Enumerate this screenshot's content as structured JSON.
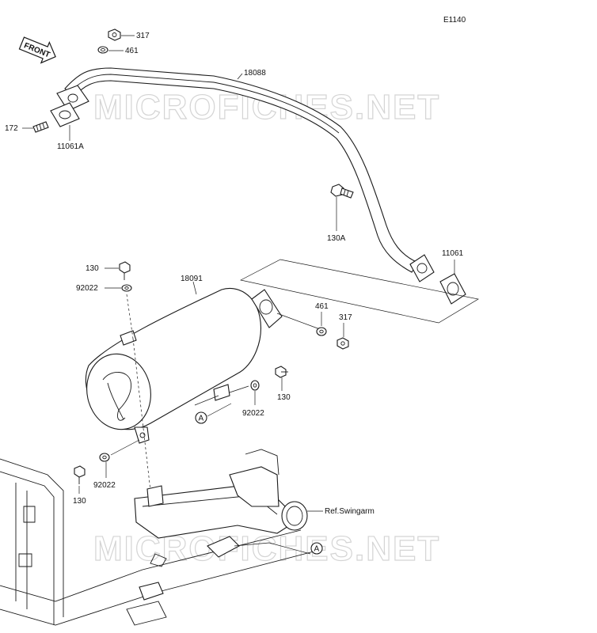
{
  "diagram_code": "E1140",
  "front_label": "FRONT",
  "watermark": "MICROFICHES.NET",
  "labels": {
    "p317_top": "317",
    "p461_top": "461",
    "p18088": "18088",
    "p172": "172",
    "p11061A": "11061A",
    "p130A": "130A",
    "p11061": "11061",
    "p130_left": "130",
    "p92022_left": "92022",
    "p18091": "18091",
    "p461_mid": "461",
    "p317_mid": "317",
    "p130_mid": "130",
    "p92022_mid": "92022",
    "p92022_low": "92022",
    "p130_low": "130",
    "ref_swingarm": "Ref.Swingarm",
    "ref_a_upper": "A",
    "ref_a_lower": "A"
  }
}
